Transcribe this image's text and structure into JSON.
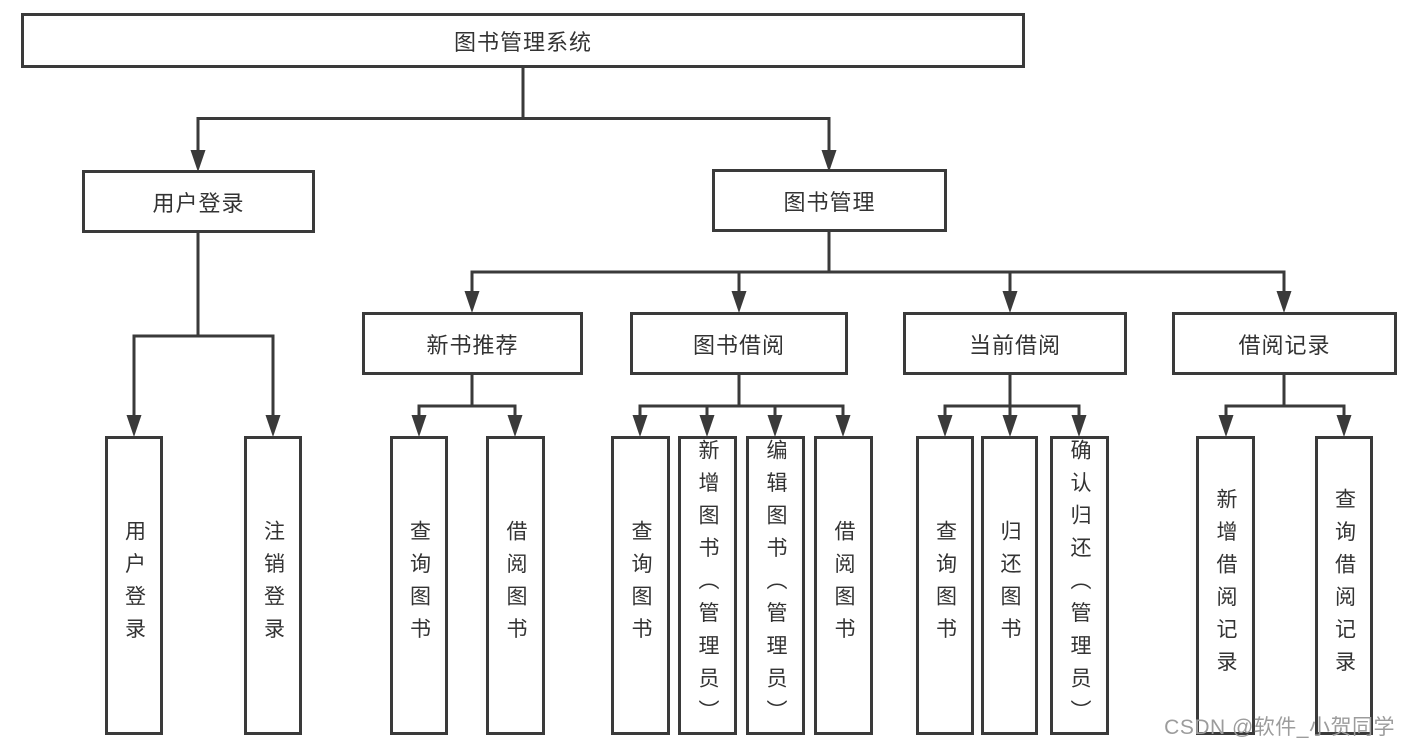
{
  "watermark": "CSDN @软件_小贺同学",
  "colors": {
    "line": "#3a3a3a",
    "box_border": "#3a3a3a",
    "box_fill": "#ffffff",
    "text": "#333333",
    "watermark": "#9c9c9c"
  },
  "tree": {
    "label": "图书管理系统",
    "children": [
      {
        "label": "用户登录",
        "children": [
          {
            "label": "用户登录"
          },
          {
            "label": "注销登录"
          }
        ]
      },
      {
        "label": "图书管理",
        "children": [
          {
            "label": "新书推荐",
            "children": [
              {
                "label": "查询图书"
              },
              {
                "label": "借阅图书"
              }
            ]
          },
          {
            "label": "图书借阅",
            "children": [
              {
                "label": "查询图书"
              },
              {
                "label": "新增图书（管理员）"
              },
              {
                "label": "编辑图书（管理员）"
              },
              {
                "label": "借阅图书"
              }
            ]
          },
          {
            "label": "当前借阅",
            "children": [
              {
                "label": "查询图书"
              },
              {
                "label": "归还图书"
              },
              {
                "label": "确认归还（管理员）"
              }
            ]
          },
          {
            "label": "借阅记录",
            "children": [
              {
                "label": "新增借阅记录"
              },
              {
                "label": "查询借阅记录"
              }
            ]
          }
        ]
      }
    ]
  }
}
